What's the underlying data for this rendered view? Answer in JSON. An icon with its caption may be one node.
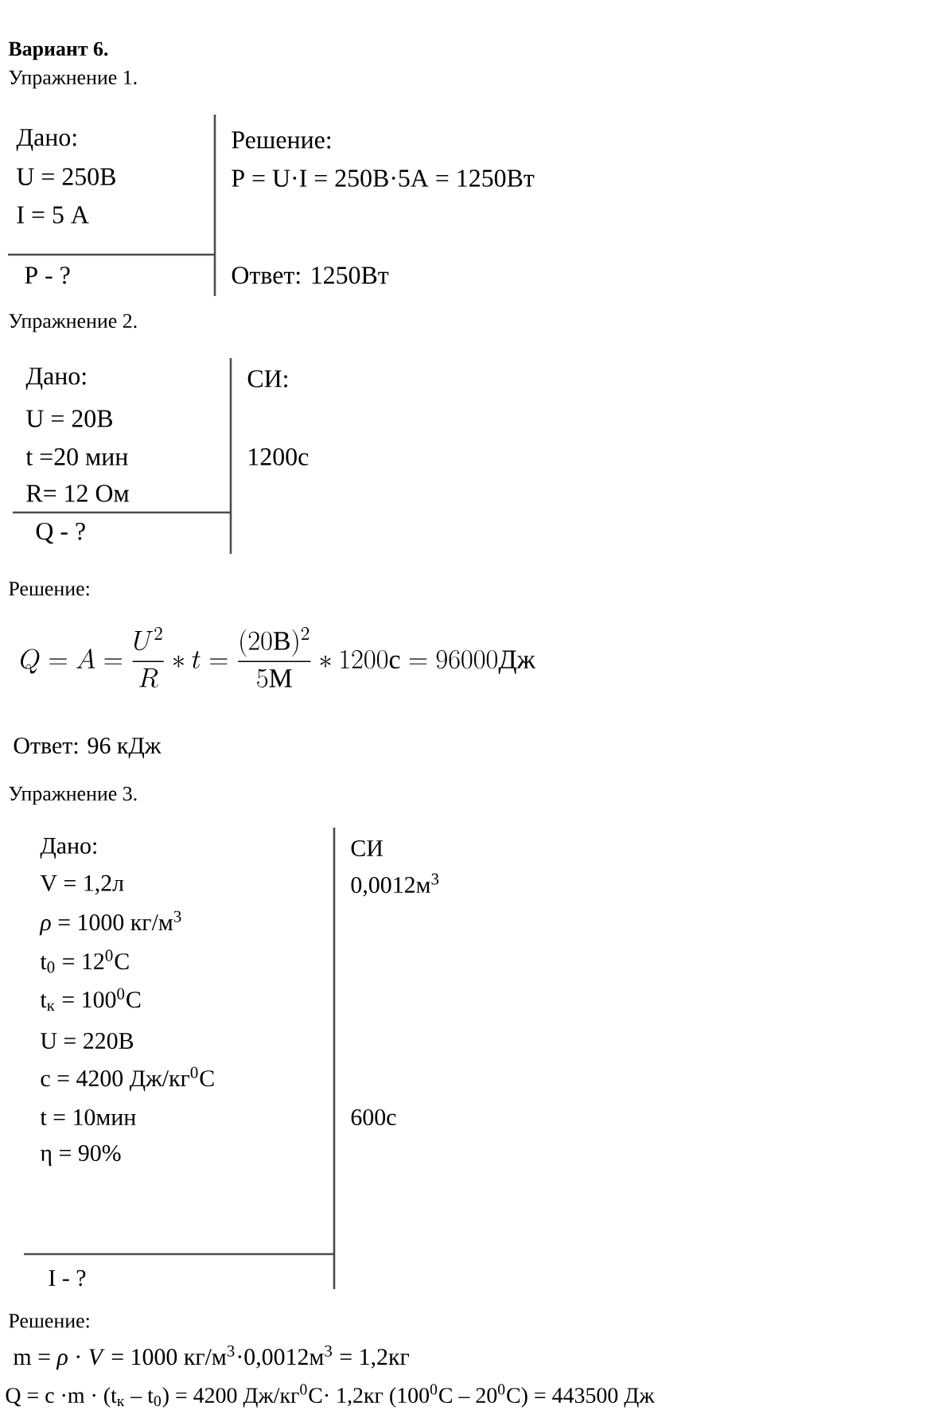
{
  "diagram": {
    "labels": [
      "Вариант 6.",
      "Упражнение 1.",
      "Дано:",
      "Решение:",
      "U = 250В",
      "P = U·I = 250В·5А = 1250Вт",
      "I = 5 А",
      "P - ?",
      "Ответ: 1250Вт",
      "Упражнение 2.",
      "Дано:",
      "СИ:",
      "U = 20В",
      "t =20 мин",
      "1200с",
      "R= 12 Ом",
      "Q - ?",
      "Решение:",
      "Q = A = \\frac{U^2}{R} * t = \\frac{(20\\text{В})^2}{5\\text{М}} * 1200\\text{с} = 96000\\text{Дж}",
      "Ответ: 96 кДж",
      "Упражнение 3.",
      "Дано:",
      "СИ",
      "V = 1,2л",
      "0,0012м$^{3}$",
      "*ρ* = 1000 кг/м$^{3}$",
      "t$_{0}$ = 12$^{0}$C",
      "t$_{к}$ = 100$^{0}$C",
      "U = 220В",
      "c = 4200 Дж/кг$^{0}$C",
      "t = 10мин",
      "600с",
      "η = 90%",
      "I - ?",
      "Решение:",
      "m = *ρ* · *V* = 1000 кг/м$^{3}$·0,0012м$^{3}$ = 1,2кг",
      "Q = c ·m · (t$_{к}$ – t$_{0}$) = 4200 Дж/кг$^{0}$C· 1,2кг (100$^{0}$C – 20$^{0}$C) = 443500 Дж"
    ]
  }
}
